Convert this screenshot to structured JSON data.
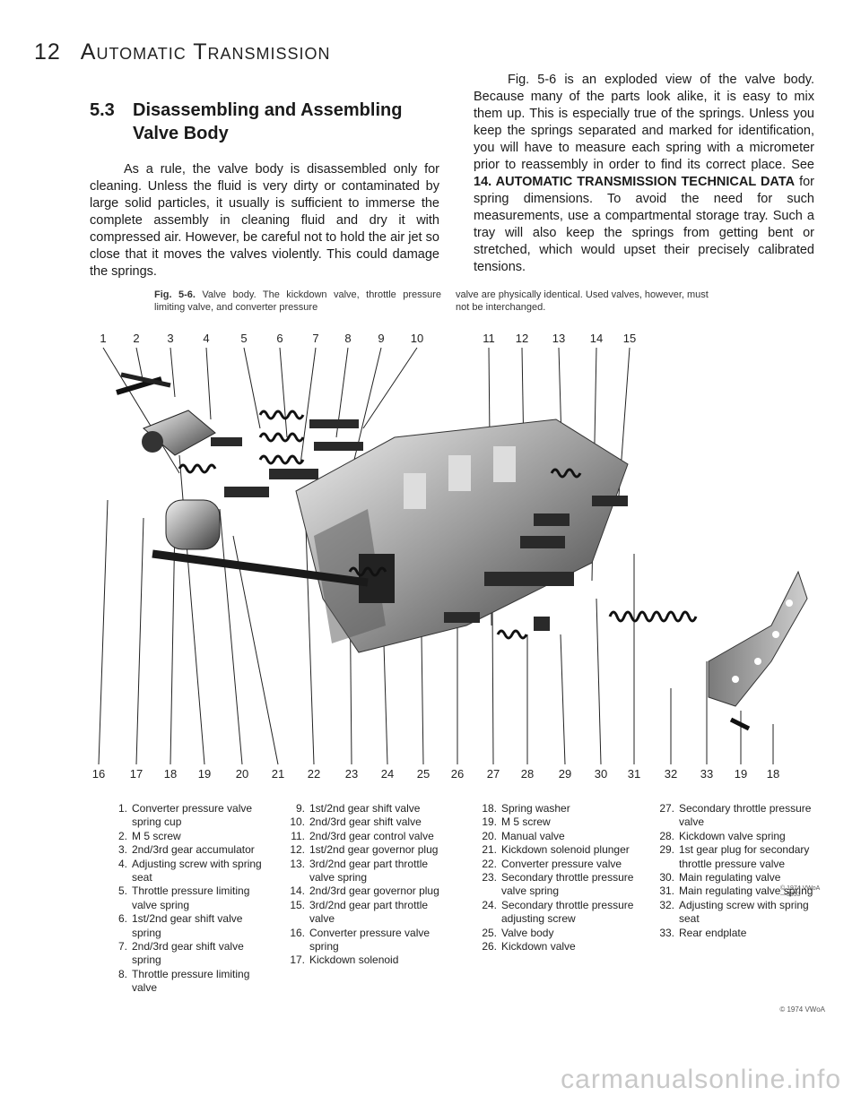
{
  "header": {
    "page_number": "12",
    "title": "Automatic Transmission"
  },
  "section": {
    "number": "5.3",
    "title_line1": "Disassembling and Assembling",
    "title_line2": "Valve Body",
    "paragraph_left": "As a rule, the valve body is disassembled only for cleaning. Unless the fluid is very dirty or contaminated by large solid particles, it usually is sufficient to immerse the complete assembly in cleaning fluid and dry it with compressed air. However, be careful not to hold the air jet so close that it moves the valves violently. This could damage the springs.",
    "paragraph_right_a": "Fig. 5-6 is an exploded view of the valve body. Because many of the parts look alike, it is easy to mix them up. This is especially true of the springs. Unless you keep the springs separated and marked for identification, you will have to measure each spring with a micrometer prior to reassembly in order to find its correct place. See",
    "paragraph_right_ref": "14. AUTOMATIC TRANSMISSION TECHNICAL DATA",
    "paragraph_right_b": "for spring dimensions. To avoid the need for such measurements, use a compartmental storage tray. Such a tray will also keep the springs from getting bent or stretched, which would upset their precisely calibrated tensions."
  },
  "figure": {
    "label": "Fig. 5-6.",
    "caption_left": "Valve body. The kickdown valve, throttle pressure limiting valve, and converter pressure",
    "caption_right": "valve are physically identical. Used valves, however, must not be interchanged.",
    "inner_copyright": "© 1974 VWoA—3353",
    "top_callouts": [
      "1",
      "2",
      "3",
      "4",
      "5",
      "6",
      "7",
      "8",
      "9",
      "10",
      "11",
      "12",
      "13",
      "14",
      "15"
    ],
    "bottom_callouts": [
      "16",
      "17",
      "18",
      "19",
      "20",
      "21",
      "22",
      "23",
      "24",
      "25",
      "26",
      "27",
      "28",
      "29",
      "30",
      "31",
      "32",
      "33",
      "19",
      "18"
    ]
  },
  "legend": {
    "col1": [
      {
        "n": "1.",
        "t": "Converter pressure valve spring cup"
      },
      {
        "n": "2.",
        "t": "M 5 screw"
      },
      {
        "n": "3.",
        "t": "2nd/3rd gear accumulator"
      },
      {
        "n": "4.",
        "t": "Adjusting screw with spring seat"
      },
      {
        "n": "5.",
        "t": "Throttle pressure limiting valve spring"
      },
      {
        "n": "6.",
        "t": "1st/2nd gear shift valve spring"
      },
      {
        "n": "7.",
        "t": "2nd/3rd gear shift valve spring"
      },
      {
        "n": "8.",
        "t": "Throttle pressure limiting valve"
      }
    ],
    "col2": [
      {
        "n": "9.",
        "t": "1st/2nd gear shift valve"
      },
      {
        "n": "10.",
        "t": "2nd/3rd gear shift valve"
      },
      {
        "n": "11.",
        "t": "2nd/3rd gear control valve"
      },
      {
        "n": "12.",
        "t": "1st/2nd gear governor plug"
      },
      {
        "n": "13.",
        "t": "3rd/2nd gear part throttle valve spring"
      },
      {
        "n": "14.",
        "t": "2nd/3rd gear governor plug"
      },
      {
        "n": "15.",
        "t": "3rd/2nd gear part throttle valve"
      },
      {
        "n": "16.",
        "t": "Converter pressure valve spring"
      },
      {
        "n": "17.",
        "t": "Kickdown solenoid"
      }
    ],
    "col3": [
      {
        "n": "18.",
        "t": "Spring washer"
      },
      {
        "n": "19.",
        "t": "M 5 screw"
      },
      {
        "n": "20.",
        "t": "Manual valve"
      },
      {
        "n": "21.",
        "t": "Kickdown solenoid plunger"
      },
      {
        "n": "22.",
        "t": "Converter pressure valve"
      },
      {
        "n": "23.",
        "t": "Secondary throttle pressure valve spring"
      },
      {
        "n": "24.",
        "t": "Secondary throttle pressure adjusting screw"
      },
      {
        "n": "25.",
        "t": "Valve body"
      },
      {
        "n": "26.",
        "t": "Kickdown valve"
      }
    ],
    "col4": [
      {
        "n": "27.",
        "t": "Secondary throttle pressure valve"
      },
      {
        "n": "28.",
        "t": "Kickdown valve spring"
      },
      {
        "n": "29.",
        "t": "1st gear plug for secondary throttle pressure valve"
      },
      {
        "n": "30.",
        "t": "Main regulating valve"
      },
      {
        "n": "31.",
        "t": "Main regulating valve spring"
      },
      {
        "n": "32.",
        "t": "Adjusting screw with spring seat"
      },
      {
        "n": "33.",
        "t": "Rear endplate"
      }
    ]
  },
  "footer": {
    "copyright": "© 1974 VWoA",
    "watermark": "carmanualsonline.info"
  }
}
